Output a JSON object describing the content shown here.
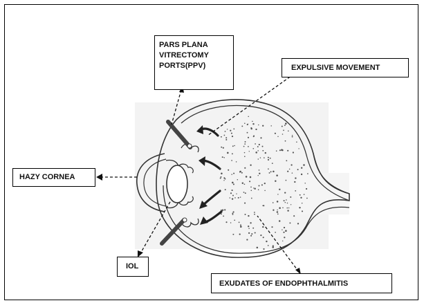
{
  "labels": {
    "pars_plana": [
      "PARS PLANA",
      "VITRECTOMY",
      "PORTS(PPV)"
    ],
    "expulsive": "EXPULSIVE MOVEMENT",
    "hazy_cornea": "HAZY CORNEA",
    "iol": "IOL",
    "exudates": "EXUDATES OF ENDOPHTHALMITIS"
  }
}
